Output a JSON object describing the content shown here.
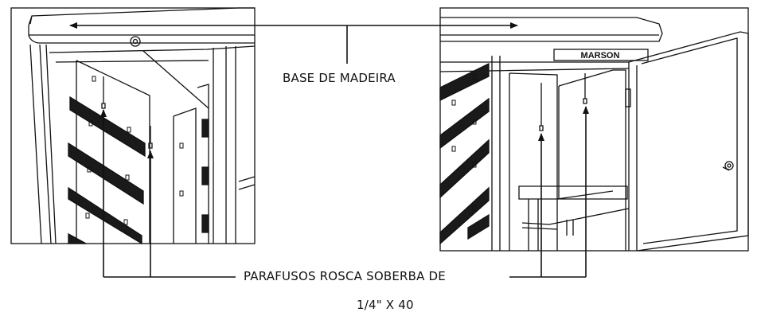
{
  "labels": {
    "base": "BASE DE MADEIRA",
    "screws_line1": "PARAFUSOS ROSCA SOBERBA DE",
    "screws_line2": "1/4\" X 40",
    "brand": "MARSON"
  },
  "colors": {
    "line": "#111111",
    "background": "#ffffff"
  },
  "icons": [
    "arrow-icon",
    "screw-icon",
    "handle-icon",
    "hinge-icon"
  ]
}
